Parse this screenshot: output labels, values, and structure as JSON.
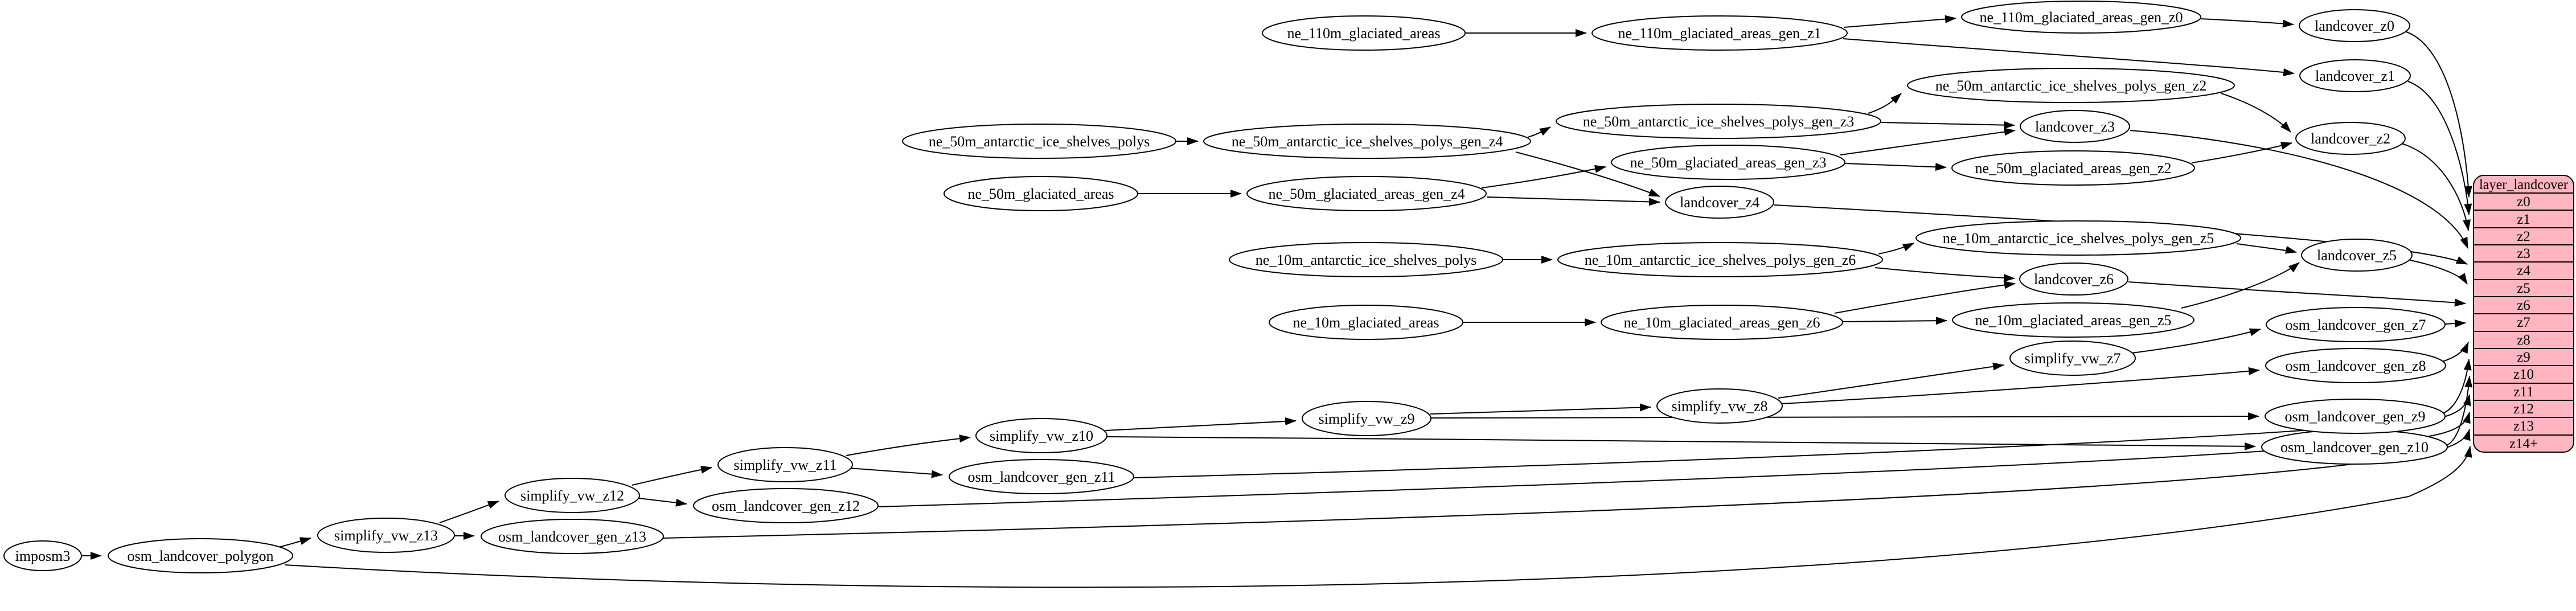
{
  "diagram": {
    "type": "etl-dependency-graph",
    "background": "#ffffff",
    "node_fill": "#ffffff",
    "node_stroke": "#000000",
    "edge_color": "#000000",
    "nodes": {
      "imposm3": "imposm3",
      "osm_landcover_polygon": "osm_landcover_polygon",
      "simplify_vw_z13": "simplify_vw_z13",
      "osm_landcover_gen_z13": "osm_landcover_gen_z13",
      "simplify_vw_z12": "simplify_vw_z12",
      "osm_landcover_gen_z12": "osm_landcover_gen_z12",
      "simplify_vw_z11": "simplify_vw_z11",
      "osm_landcover_gen_z11": "osm_landcover_gen_z11",
      "simplify_vw_z10": "simplify_vw_z10",
      "osm_landcover_gen_z10": "osm_landcover_gen_z10",
      "simplify_vw_z9": "simplify_vw_z9",
      "osm_landcover_gen_z9": "osm_landcover_gen_z9",
      "simplify_vw_z8": "simplify_vw_z8",
      "osm_landcover_gen_z8": "osm_landcover_gen_z8",
      "simplify_vw_z7": "simplify_vw_z7",
      "osm_landcover_gen_z7": "osm_landcover_gen_z7",
      "ne_110m_glaciated_areas": "ne_110m_glaciated_areas",
      "ne_110m_glaciated_areas_gen_z1": "ne_110m_glaciated_areas_gen_z1",
      "ne_110m_glaciated_areas_gen_z0": "ne_110m_glaciated_areas_gen_z0",
      "landcover_z0": "landcover_z0",
      "landcover_z1": "landcover_z1",
      "ne_50m_antarctic_ice_shelves_polys": "ne_50m_antarctic_ice_shelves_polys",
      "ne_50m_antarctic_ice_shelves_polys_gen_z4": "ne_50m_antarctic_ice_shelves_polys_gen_z4",
      "ne_50m_antarctic_ice_shelves_polys_gen_z3": "ne_50m_antarctic_ice_shelves_polys_gen_z3",
      "ne_50m_antarctic_ice_shelves_polys_gen_z2": "ne_50m_antarctic_ice_shelves_polys_gen_z2",
      "ne_50m_glaciated_areas": "ne_50m_glaciated_areas",
      "ne_50m_glaciated_areas_gen_z4": "ne_50m_glaciated_areas_gen_z4",
      "ne_50m_glaciated_areas_gen_z3": "ne_50m_glaciated_areas_gen_z3",
      "ne_50m_glaciated_areas_gen_z2": "ne_50m_glaciated_areas_gen_z2",
      "landcover_z2": "landcover_z2",
      "landcover_z3": "landcover_z3",
      "landcover_z4": "landcover_z4",
      "ne_10m_antarctic_ice_shelves_polys": "ne_10m_antarctic_ice_shelves_polys",
      "ne_10m_antarctic_ice_shelves_polys_gen_z6": "ne_10m_antarctic_ice_shelves_polys_gen_z6",
      "ne_10m_antarctic_ice_shelves_polys_gen_z5": "ne_10m_antarctic_ice_shelves_polys_gen_z5",
      "ne_10m_glaciated_areas": "ne_10m_glaciated_areas",
      "ne_10m_glaciated_areas_gen_z6": "ne_10m_glaciated_areas_gen_z6",
      "ne_10m_glaciated_areas_gen_z5": "ne_10m_glaciated_areas_gen_z5",
      "landcover_z5": "landcover_z5",
      "landcover_z6": "landcover_z6"
    },
    "table": {
      "title": "layer_landcover",
      "fill": "#ffb6c1",
      "stroke": "#000000",
      "rows": [
        "z0",
        "z1",
        "z2",
        "z3",
        "z4",
        "z5",
        "z6",
        "z7",
        "z8",
        "z9",
        "z10",
        "z11",
        "z12",
        "z13",
        "z14+"
      ]
    },
    "edges": [
      [
        "imposm3",
        "osm_landcover_polygon"
      ],
      [
        "osm_landcover_polygon",
        "simplify_vw_z13"
      ],
      [
        "osm_landcover_polygon",
        "layer_landcover.z14+"
      ],
      [
        "simplify_vw_z13",
        "osm_landcover_gen_z13"
      ],
      [
        "simplify_vw_z13",
        "simplify_vw_z12"
      ],
      [
        "osm_landcover_gen_z13",
        "layer_landcover.z13"
      ],
      [
        "simplify_vw_z12",
        "osm_landcover_gen_z12"
      ],
      [
        "simplify_vw_z12",
        "simplify_vw_z11"
      ],
      [
        "osm_landcover_gen_z12",
        "layer_landcover.z12"
      ],
      [
        "simplify_vw_z11",
        "osm_landcover_gen_z11"
      ],
      [
        "simplify_vw_z11",
        "simplify_vw_z10"
      ],
      [
        "osm_landcover_gen_z11",
        "layer_landcover.z11"
      ],
      [
        "simplify_vw_z10",
        "osm_landcover_gen_z10"
      ],
      [
        "simplify_vw_z10",
        "simplify_vw_z9"
      ],
      [
        "osm_landcover_gen_z10",
        "layer_landcover.z10"
      ],
      [
        "simplify_vw_z9",
        "osm_landcover_gen_z9"
      ],
      [
        "simplify_vw_z9",
        "simplify_vw_z8"
      ],
      [
        "osm_landcover_gen_z9",
        "layer_landcover.z9"
      ],
      [
        "simplify_vw_z8",
        "osm_landcover_gen_z8"
      ],
      [
        "simplify_vw_z8",
        "simplify_vw_z7"
      ],
      [
        "osm_landcover_gen_z8",
        "layer_landcover.z8"
      ],
      [
        "simplify_vw_z7",
        "osm_landcover_gen_z7"
      ],
      [
        "osm_landcover_gen_z7",
        "layer_landcover.z7"
      ],
      [
        "ne_110m_glaciated_areas",
        "ne_110m_glaciated_areas_gen_z1"
      ],
      [
        "ne_110m_glaciated_areas_gen_z1",
        "ne_110m_glaciated_areas_gen_z0"
      ],
      [
        "ne_110m_glaciated_areas_gen_z1",
        "landcover_z1"
      ],
      [
        "ne_110m_glaciated_areas_gen_z0",
        "landcover_z0"
      ],
      [
        "landcover_z0",
        "layer_landcover.z0"
      ],
      [
        "landcover_z1",
        "layer_landcover.z1"
      ],
      [
        "ne_50m_antarctic_ice_shelves_polys",
        "ne_50m_antarctic_ice_shelves_polys_gen_z4"
      ],
      [
        "ne_50m_antarctic_ice_shelves_polys_gen_z4",
        "ne_50m_antarctic_ice_shelves_polys_gen_z3"
      ],
      [
        "ne_50m_antarctic_ice_shelves_polys_gen_z4",
        "landcover_z4"
      ],
      [
        "ne_50m_antarctic_ice_shelves_polys_gen_z3",
        "ne_50m_antarctic_ice_shelves_polys_gen_z2"
      ],
      [
        "ne_50m_antarctic_ice_shelves_polys_gen_z3",
        "landcover_z3"
      ],
      [
        "ne_50m_antarctic_ice_shelves_polys_gen_z2",
        "landcover_z2"
      ],
      [
        "ne_50m_glaciated_areas",
        "ne_50m_glaciated_areas_gen_z4"
      ],
      [
        "ne_50m_glaciated_areas_gen_z4",
        "ne_50m_glaciated_areas_gen_z3"
      ],
      [
        "ne_50m_glaciated_areas_gen_z4",
        "landcover_z4"
      ],
      [
        "ne_50m_glaciated_areas_gen_z3",
        "ne_50m_glaciated_areas_gen_z2"
      ],
      [
        "ne_50m_glaciated_areas_gen_z3",
        "landcover_z3"
      ],
      [
        "ne_50m_glaciated_areas_gen_z2",
        "landcover_z2"
      ],
      [
        "landcover_z2",
        "layer_landcover.z2"
      ],
      [
        "landcover_z3",
        "layer_landcover.z3"
      ],
      [
        "landcover_z4",
        "layer_landcover.z4"
      ],
      [
        "ne_10m_antarctic_ice_shelves_polys",
        "ne_10m_antarctic_ice_shelves_polys_gen_z6"
      ],
      [
        "ne_10m_antarctic_ice_shelves_polys_gen_z6",
        "ne_10m_antarctic_ice_shelves_polys_gen_z5"
      ],
      [
        "ne_10m_antarctic_ice_shelves_polys_gen_z6",
        "landcover_z6"
      ],
      [
        "ne_10m_antarctic_ice_shelves_polys_gen_z5",
        "landcover_z5"
      ],
      [
        "ne_10m_glaciated_areas",
        "ne_10m_glaciated_areas_gen_z6"
      ],
      [
        "ne_10m_glaciated_areas_gen_z6",
        "ne_10m_glaciated_areas_gen_z5"
      ],
      [
        "ne_10m_glaciated_areas_gen_z6",
        "landcover_z6"
      ],
      [
        "ne_10m_glaciated_areas_gen_z5",
        "landcover_z5"
      ],
      [
        "landcover_z5",
        "layer_landcover.z5"
      ],
      [
        "landcover_z6",
        "layer_landcover.z6"
      ]
    ]
  }
}
